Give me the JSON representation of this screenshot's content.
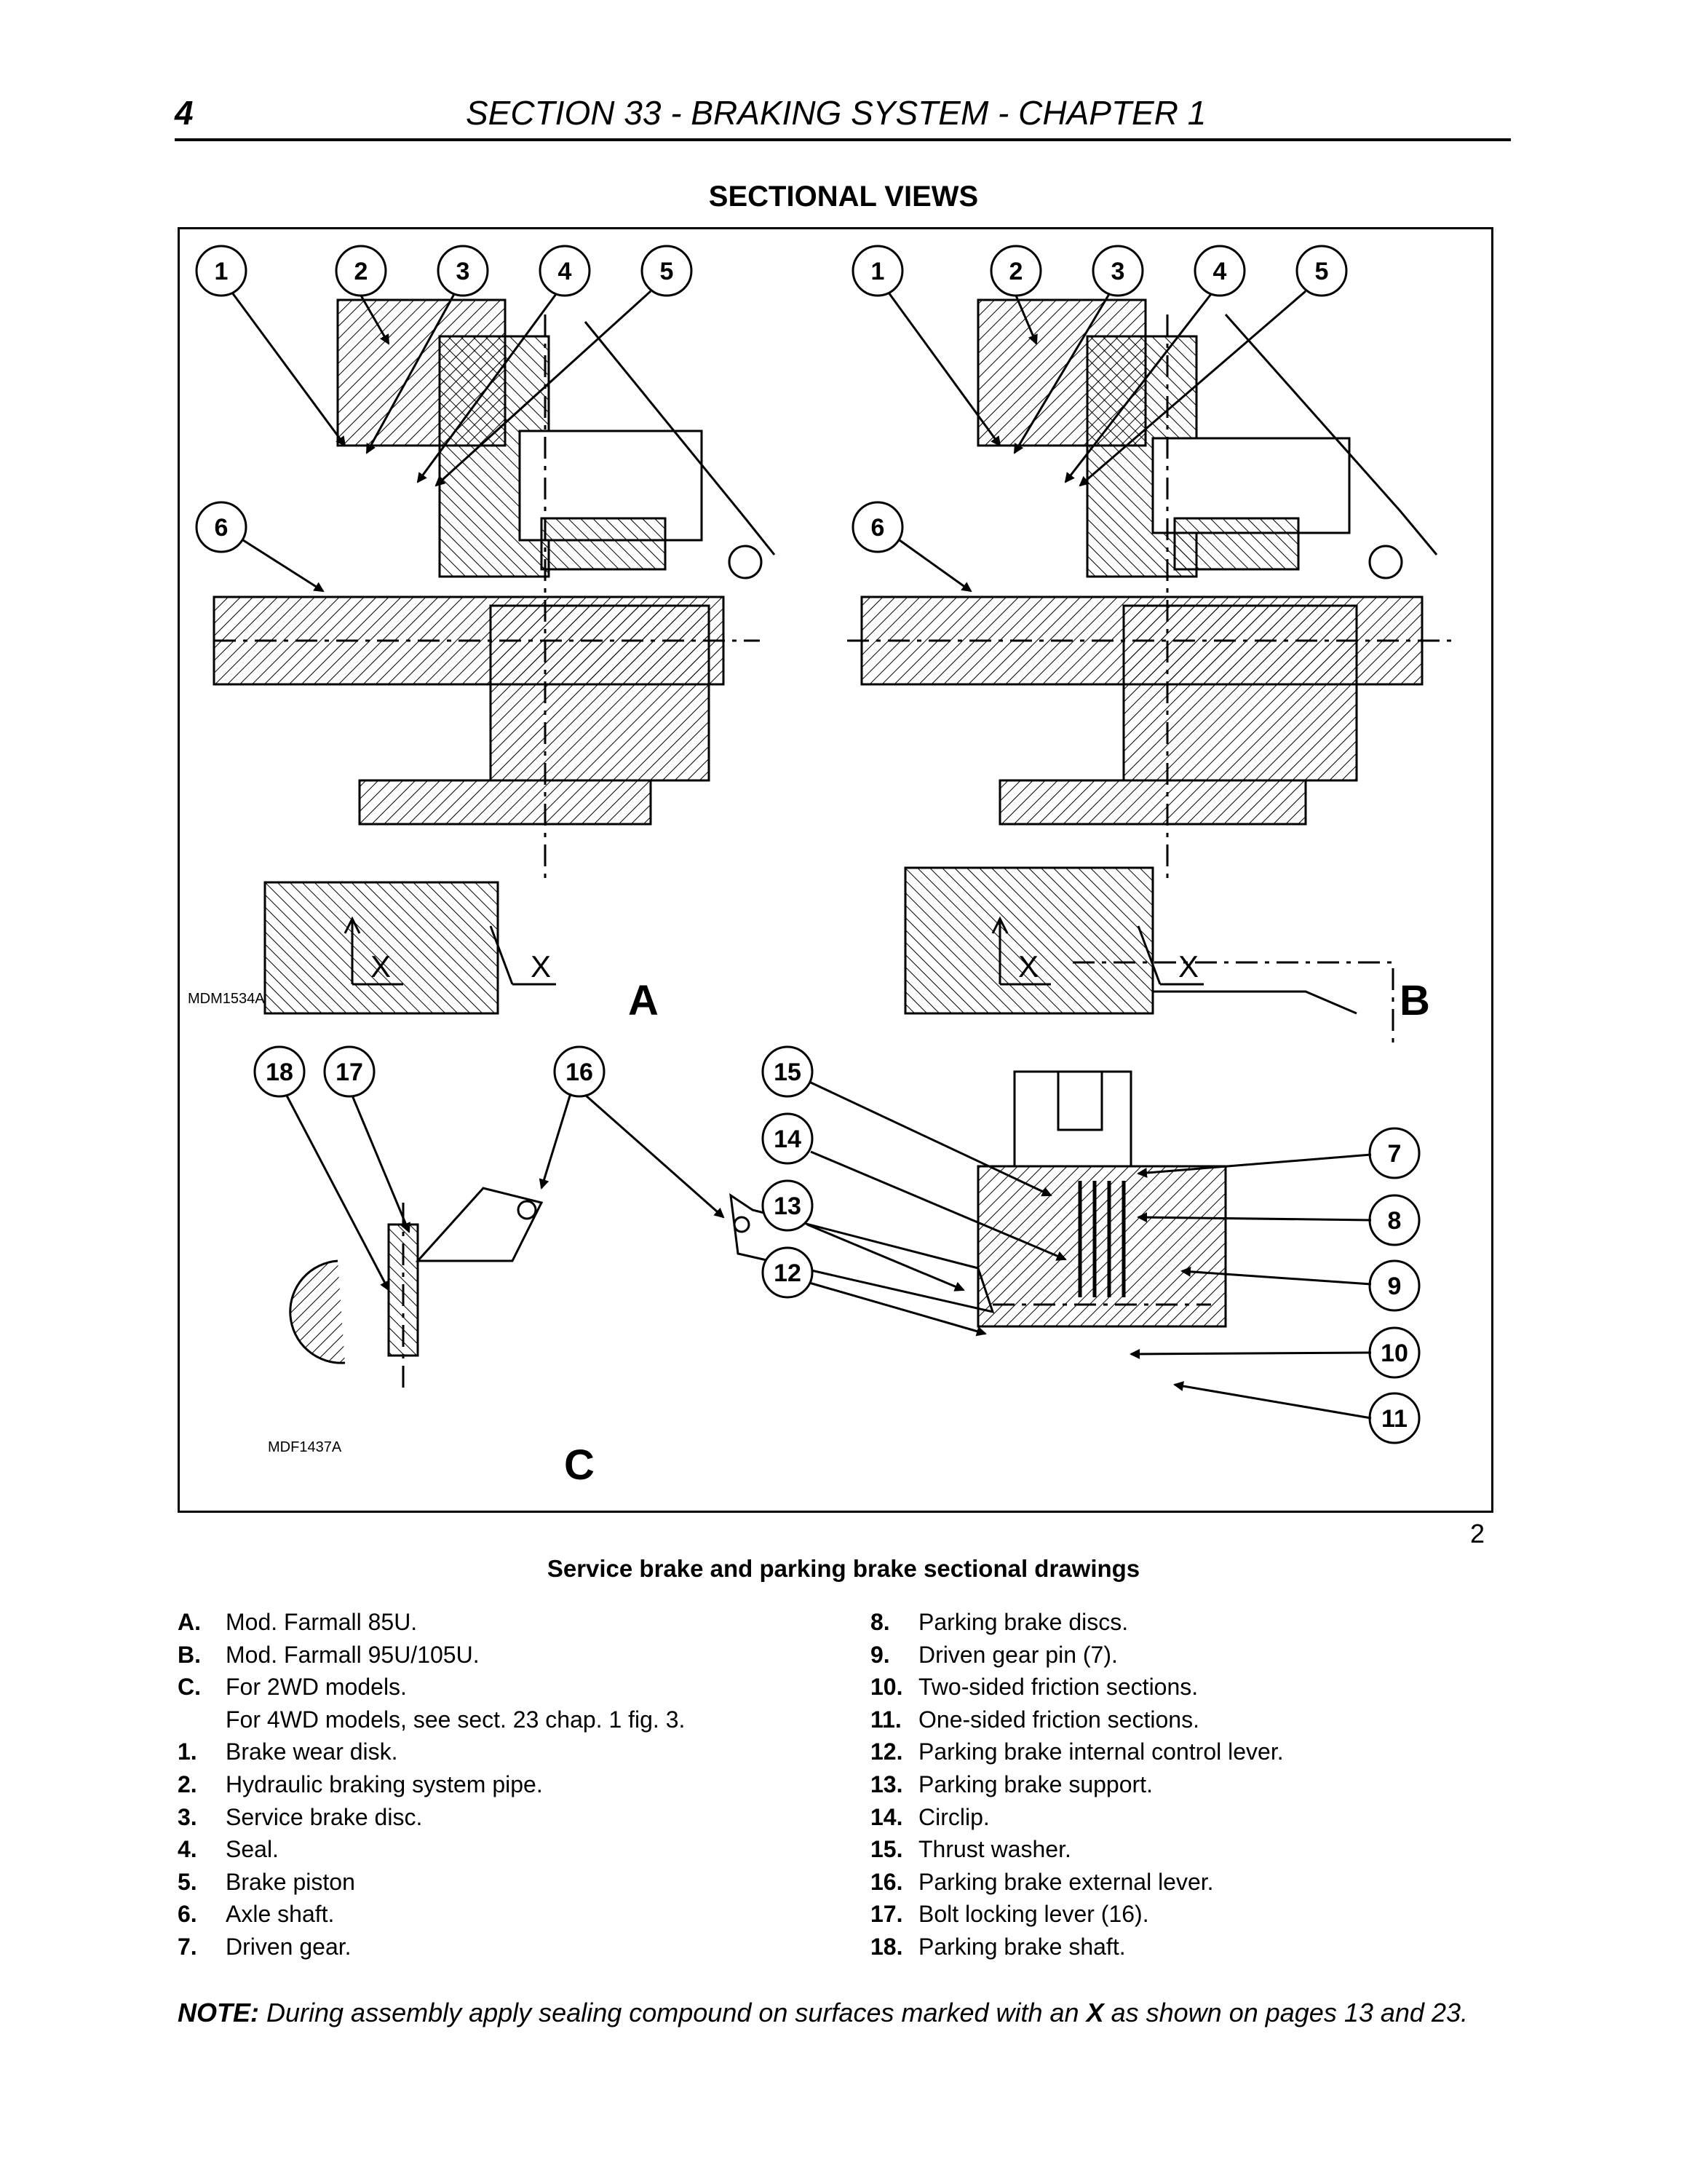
{
  "header": {
    "page_number": "4",
    "section_title": "SECTION 33 - BRAKING SYSTEM - CHAPTER 1"
  },
  "heading": "SECTIONAL VIEWS",
  "figure": {
    "number": "2",
    "caption": "Service brake and parking brake sectional drawings",
    "views": [
      {
        "letter": "A",
        "code": "MDM1534A"
      },
      {
        "letter": "B",
        "code": ""
      },
      {
        "letter": "C",
        "code": "MDF1437A"
      }
    ],
    "callouts_ab": [
      "1",
      "2",
      "3",
      "4",
      "5",
      "6"
    ],
    "callouts_c": [
      "18",
      "17",
      "16",
      "15",
      "14",
      "13",
      "12",
      "7",
      "8",
      "9",
      "10",
      "11"
    ],
    "mark_x": "X"
  },
  "legend_left": [
    {
      "key": "A.",
      "text": "Mod. Farmall 85U."
    },
    {
      "key": "B.",
      "text": "Mod. Farmall 95U/105U."
    },
    {
      "key": "C.",
      "text": "For 2WD models."
    },
    {
      "key": "",
      "text": "For 4WD models, see sect. 23 chap. 1 fig. 3."
    },
    {
      "key": "1.",
      "text": "Brake wear disk."
    },
    {
      "key": "2.",
      "text": "Hydraulic braking system pipe."
    },
    {
      "key": "3.",
      "text": "Service brake disc."
    },
    {
      "key": "4.",
      "text": "Seal."
    },
    {
      "key": "5.",
      "text": "Brake piston"
    },
    {
      "key": "6.",
      "text": "Axle shaft."
    },
    {
      "key": "7.",
      "text": "Driven gear."
    }
  ],
  "legend_right": [
    {
      "key": "8.",
      "text": "Parking brake discs."
    },
    {
      "key": "9.",
      "text": "Driven gear pin (7)."
    },
    {
      "key": "10.",
      "text": "Two-sided friction sections."
    },
    {
      "key": "11.",
      "text": "One-sided friction sections."
    },
    {
      "key": "12.",
      "text": "Parking brake internal control lever."
    },
    {
      "key": "13.",
      "text": "Parking brake support."
    },
    {
      "key": "14.",
      "text": "Circlip."
    },
    {
      "key": "15.",
      "text": "Thrust washer."
    },
    {
      "key": "16.",
      "text": "Parking brake external lever."
    },
    {
      "key": "17.",
      "text": "Bolt locking lever (16)."
    },
    {
      "key": "18.",
      "text": "Parking brake shaft."
    }
  ],
  "note": {
    "label": "NOTE:",
    "text_before": " During assembly apply sealing compound on surfaces marked with an ",
    "mark": "X",
    "text_after": " as shown on pages 13 and 23."
  }
}
